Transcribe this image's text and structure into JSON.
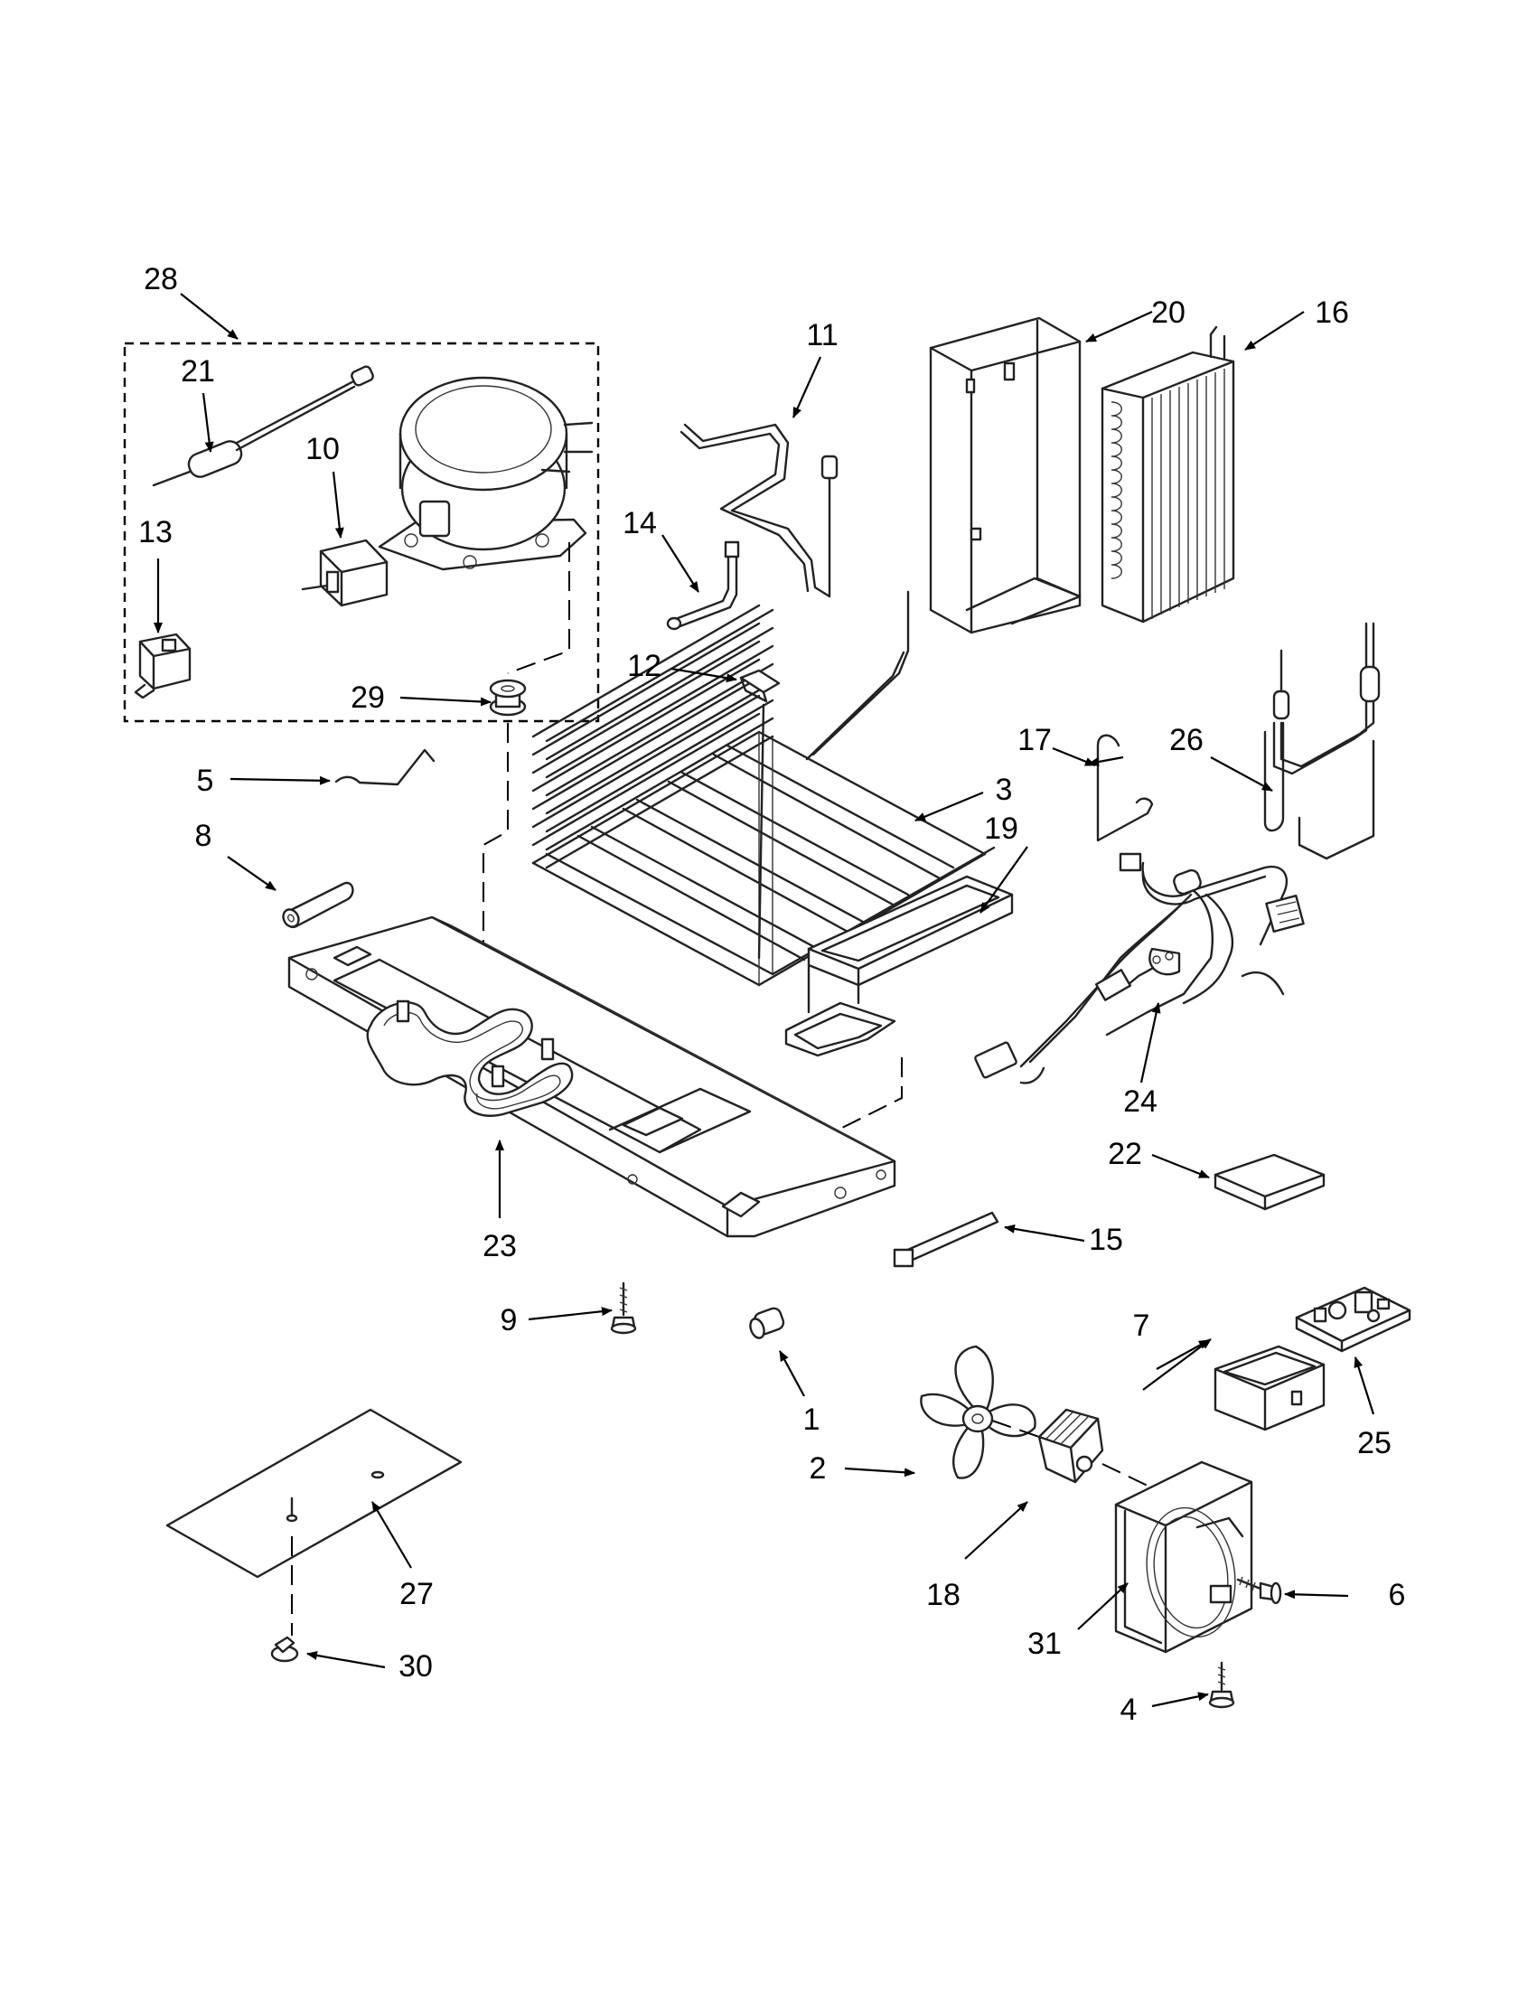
{
  "diagram": {
    "labels": {
      "p1": "1",
      "p2": "2",
      "p3": "3",
      "p4": "4",
      "p5": "5",
      "p6": "6",
      "p7": "7",
      "p8": "8",
      "p9": "9",
      "p10": "10",
      "p11": "11",
      "p12": "12",
      "p13": "13",
      "p14": "14",
      "p15": "15",
      "p16": "16",
      "p17": "17",
      "p18": "18",
      "p19": "19",
      "p20": "20",
      "p21": "21",
      "p22": "22",
      "p23": "23",
      "p24": "24",
      "p25": "25",
      "p26": "26",
      "p27": "27",
      "p28": "28",
      "p29": "29",
      "p30": "30",
      "p31": "31"
    }
  }
}
